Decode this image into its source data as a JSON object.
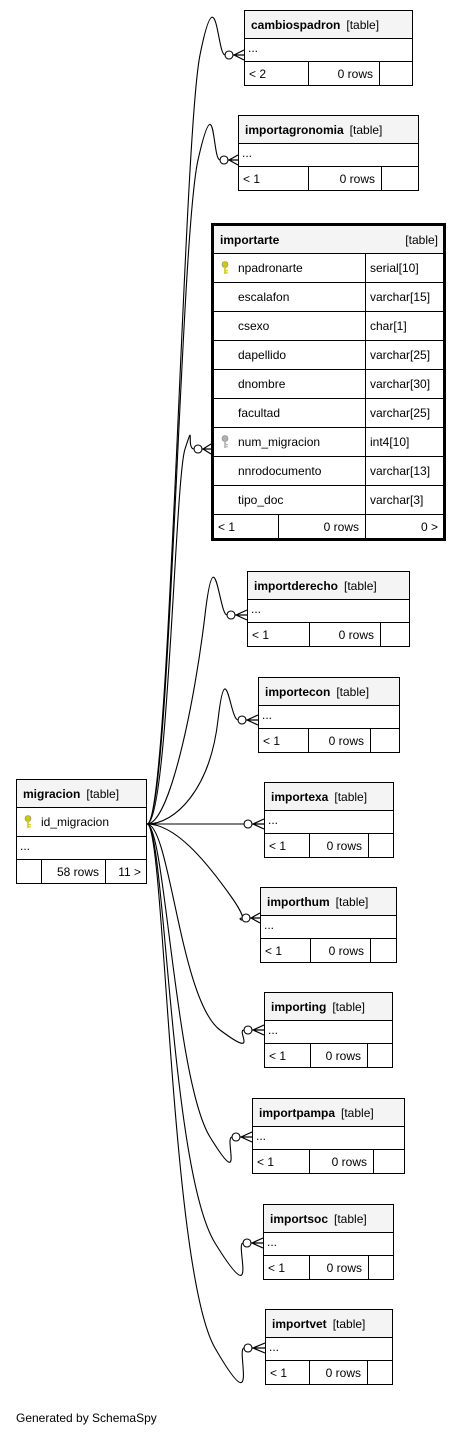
{
  "tables": [
    {
      "id": "cambiospadron",
      "name": "cambiospadron",
      "tag": "[table]",
      "ellipsis": "...",
      "foot": [
        "< 2",
        "0 rows",
        ""
      ]
    },
    {
      "id": "importagronomia",
      "name": "importagronomia",
      "tag": "[table]",
      "ellipsis": "...",
      "foot": [
        "< 1",
        "0 rows",
        ""
      ]
    },
    {
      "id": "importarte",
      "name": "importarte",
      "tag": "[table]",
      "focus": true,
      "columns": [
        {
          "name": "npadronarte",
          "type": "serial[10]",
          "key": "primary"
        },
        {
          "name": "escalafon",
          "type": "varchar[15]"
        },
        {
          "name": "csexo",
          "type": "char[1]"
        },
        {
          "name": "dapellido",
          "type": "varchar[25]"
        },
        {
          "name": "dnombre",
          "type": "varchar[30]"
        },
        {
          "name": "facultad",
          "type": "varchar[25]"
        },
        {
          "name": "num_migracion",
          "type": "int4[10]",
          "key": "foreign"
        },
        {
          "name": "nnrodocumento",
          "type": "varchar[13]"
        },
        {
          "name": "tipo_doc",
          "type": "varchar[3]"
        }
      ],
      "foot": [
        "< 1",
        "0 rows",
        "0 >"
      ]
    },
    {
      "id": "importderecho",
      "name": "importderecho",
      "tag": "[table]",
      "ellipsis": "...",
      "foot": [
        "< 1",
        "0 rows",
        ""
      ]
    },
    {
      "id": "importecon",
      "name": "importecon",
      "tag": "[table]",
      "ellipsis": "...",
      "foot": [
        "< 1",
        "0 rows",
        ""
      ]
    },
    {
      "id": "importexa",
      "name": "importexa",
      "tag": "[table]",
      "ellipsis": "...",
      "foot": [
        "< 1",
        "0 rows",
        ""
      ]
    },
    {
      "id": "importhum",
      "name": "importhum",
      "tag": "[table]",
      "ellipsis": "...",
      "foot": [
        "< 1",
        "0 rows",
        ""
      ]
    },
    {
      "id": "importing",
      "name": "importing",
      "tag": "[table]",
      "ellipsis": "...",
      "foot": [
        "< 1",
        "0 rows",
        ""
      ]
    },
    {
      "id": "importpampa",
      "name": "importpampa",
      "tag": "[table]",
      "ellipsis": "...",
      "foot": [
        "< 1",
        "0 rows",
        ""
      ]
    },
    {
      "id": "importsoc",
      "name": "importsoc",
      "tag": "[table]",
      "ellipsis": "...",
      "foot": [
        "< 1",
        "0 rows",
        ""
      ]
    },
    {
      "id": "importvet",
      "name": "importvet",
      "tag": "[table]",
      "ellipsis": "...",
      "foot": [
        "< 1",
        "0 rows",
        ""
      ]
    },
    {
      "id": "migracion",
      "name": "migracion",
      "tag": "[table]",
      "columns": [
        {
          "name": "id_migracion",
          "key": "primary"
        }
      ],
      "ellipsis": "...",
      "foot": [
        "",
        "58 rows",
        "11 >"
      ]
    }
  ],
  "relationships": [
    {
      "from": "migracion",
      "to": "cambiospadron"
    },
    {
      "from": "migracion",
      "to": "importagronomia"
    },
    {
      "from": "migracion",
      "to": "importarte"
    },
    {
      "from": "migracion",
      "to": "importderecho"
    },
    {
      "from": "migracion",
      "to": "importecon"
    },
    {
      "from": "migracion",
      "to": "importexa"
    },
    {
      "from": "migracion",
      "to": "importhum"
    },
    {
      "from": "migracion",
      "to": "importing"
    },
    {
      "from": "migracion",
      "to": "importpampa"
    },
    {
      "from": "migracion",
      "to": "importsoc"
    },
    {
      "from": "migracion",
      "to": "importvet"
    }
  ],
  "colors": {
    "primary_key": "#d4c800",
    "foreign_key": "#b0b0b0",
    "header_bg": "#f4f4f4",
    "line": "#000000"
  },
  "footer": {
    "text": "Generated by SchemaSpy"
  }
}
